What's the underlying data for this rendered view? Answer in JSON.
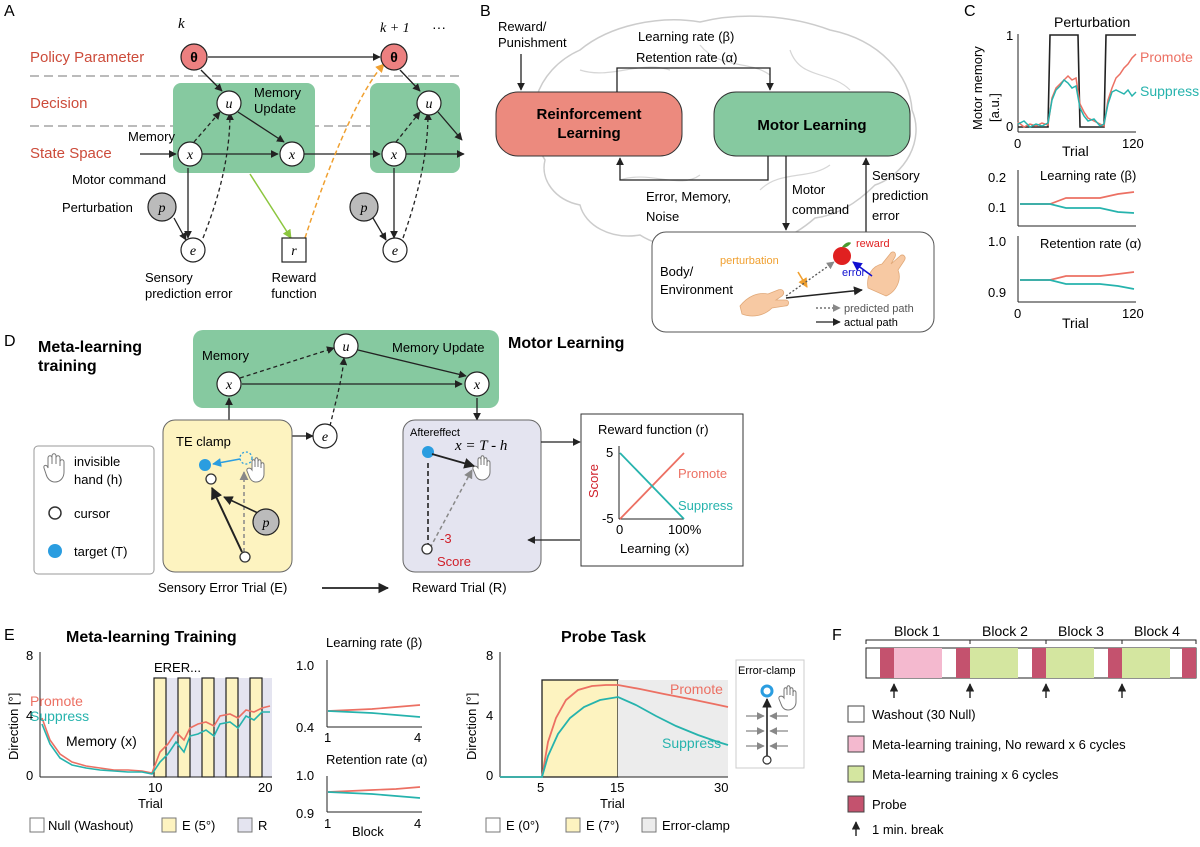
{
  "panel_letters": {
    "a": "A",
    "b": "B",
    "c": "C",
    "d": "D",
    "e": "E",
    "f": "F"
  },
  "panel_a": {
    "k_label": "k",
    "k1_label": "k + 1",
    "ellipsis": "···",
    "rows": {
      "policy": "Policy Parameter",
      "decision": "Decision",
      "state": "State Space"
    },
    "theta": "θ",
    "u": "u",
    "x": "x",
    "p": "p",
    "e": "e",
    "r": "r",
    "memory": "Memory",
    "memory_update": [
      "Memory",
      "Update"
    ],
    "motor_command": "Motor command",
    "perturbation": "Perturbation",
    "sensory_error": [
      "Sensory",
      "prediction error"
    ],
    "reward_function": [
      "Reward",
      "function"
    ]
  },
  "panel_b": {
    "reward_punishment": [
      "Reward/",
      "Punishment"
    ],
    "learning_rate": "Learning rate (β)",
    "retention_rate": "Retention rate (α)",
    "rl_box": [
      "Reinforcement",
      "Learning"
    ],
    "ml_box": "Motor Learning",
    "error_memory_noise": [
      "Error, Memory,",
      "Noise"
    ],
    "motor_command": [
      "Motor",
      "command"
    ],
    "sensory_prediction_error": [
      "Sensory",
      "prediction",
      "error"
    ],
    "body_env": [
      "Body/",
      "Environment"
    ],
    "perturbation": "perturbation",
    "reward": "reward",
    "error": "error",
    "predicted_path": "predicted path",
    "actual_path": "actual path"
  },
  "panel_c": {
    "perturbation": "Perturbation",
    "ylabel_top": [
      "Motor memory",
      "[a.u.]"
    ],
    "promote": "Promote",
    "suppress": "Suppress",
    "trial": "Trial",
    "learning_rate": "Learning rate (β)",
    "retention_rate": "Retention rate (α)",
    "ticks_top_y": [
      "1",
      "0"
    ],
    "ticks_x": [
      "0",
      "120"
    ],
    "ticks_lr": [
      "0.2",
      "0.1"
    ],
    "ticks_rr": [
      "1.0",
      "0.9"
    ]
  },
  "panel_d": {
    "title": [
      "Meta-learning",
      "training"
    ],
    "motor_learning": "Motor Learning",
    "memory": "Memory",
    "memory_update": "Memory Update",
    "x": "x",
    "u": "u",
    "e": "e",
    "p": "p",
    "te_clamp": "TE clamp",
    "aftereffect": "Aftereffect",
    "equation": "x = T - h",
    "score_val": "-3",
    "score": "Score",
    "sensory_trial": "Sensory Error Trial (E)",
    "reward_trial": "Reward Trial (R)",
    "legend": {
      "hand": [
        "invisible",
        "hand (h)"
      ],
      "cursor": "cursor",
      "target": "target (T)"
    },
    "reward_fn": {
      "title": "Reward function (r)",
      "score": "Score",
      "promote": "Promote",
      "suppress": "Suppress",
      "y5": "5",
      "yneg5": "-5",
      "x0": "0",
      "x100": "100%",
      "xlabel": "Learning (x)"
    }
  },
  "panel_e": {
    "title": "Meta-learning Training",
    "ylabel": "Direction [°]",
    "promote": "Promote",
    "suppress": "Suppress",
    "memory": "Memory (x)",
    "erer": "ERER...",
    "trial": "Trial",
    "yticks": [
      "8",
      "4",
      "0"
    ],
    "xticks": [
      "10",
      "20"
    ],
    "legend": [
      "Null (Washout)",
      "E (5°)",
      "R"
    ],
    "lr_title": "Learning rate (β)",
    "rr_title": "Retention rate (α)",
    "lr_ticks": [
      "1.0",
      "0.4"
    ],
    "rr_ticks": [
      "1.0",
      "0.9"
    ],
    "block_ticks": [
      "1",
      "4"
    ],
    "block": "Block",
    "probe_title": "Probe Task",
    "probe_yticks": [
      "8",
      "4",
      "0"
    ],
    "probe_xticks": [
      "5",
      "15",
      "30"
    ],
    "probe_legend": [
      "E (0°)",
      "E (7°)",
      "Error-clamp"
    ],
    "error_clamp": "Error-clamp"
  },
  "panel_f": {
    "blocks": [
      "Block 1",
      "Block 2",
      "Block 3",
      "Block 4"
    ],
    "legend": [
      "Washout (30 Null)",
      "Meta-learning training, No reward x 6 cycles",
      "Meta-learning training x 6 cycles",
      "Probe",
      "1 min. break"
    ],
    "colors": {
      "washout": "#ffffff",
      "noreward": "#f4b9cf",
      "training": "#d4e6a0",
      "probe": "#c4526e"
    }
  },
  "colors": {
    "promote": "#ec7063",
    "suppress": "#26b3ad",
    "green": "#86c9a0",
    "red_node": "#ec8080",
    "yellow": "#fdf3c0",
    "lavender": "#e4e4f0",
    "title_red": "#cc4b3a"
  }
}
